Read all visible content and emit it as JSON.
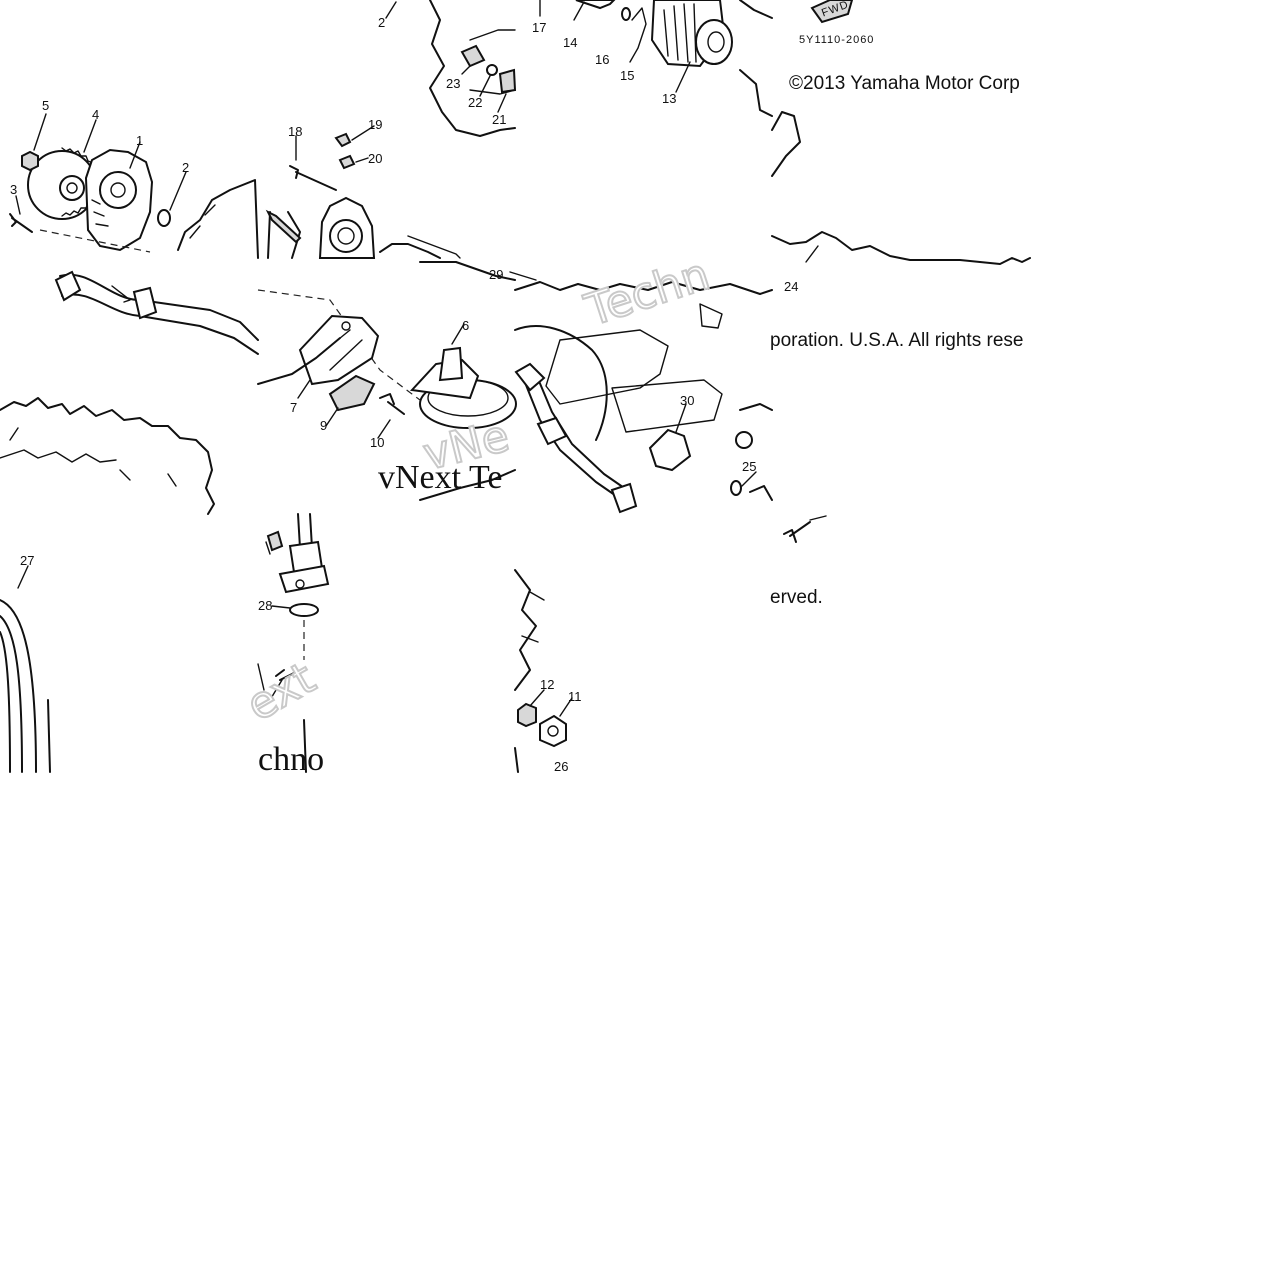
{
  "diagram": {
    "part_code": "5Y1110-2060",
    "fwd_marker": "FWD",
    "copyright_pieces": [
      "©2013 Yamaha Motor Corp",
      "poration. U.S.A. All rights rese",
      "erved."
    ],
    "watermark": {
      "pieces": [
        "vNext Te",
        "chno",
        "Techn",
        "ext",
        "vNe"
      ]
    },
    "callouts": [
      {
        "id": "c2a",
        "label": "2"
      },
      {
        "id": "c17",
        "label": "17"
      },
      {
        "id": "c14",
        "label": "14"
      },
      {
        "id": "c16",
        "label": "16"
      },
      {
        "id": "c15",
        "label": "15"
      },
      {
        "id": "c13",
        "label": "13"
      },
      {
        "id": "c23",
        "label": "23"
      },
      {
        "id": "c22",
        "label": "22"
      },
      {
        "id": "c21",
        "label": "21"
      },
      {
        "id": "c5",
        "label": "5"
      },
      {
        "id": "c4",
        "label": "4"
      },
      {
        "id": "c1",
        "label": "1"
      },
      {
        "id": "c2b",
        "label": "2"
      },
      {
        "id": "c3",
        "label": "3"
      },
      {
        "id": "c18",
        "label": "18"
      },
      {
        "id": "c19",
        "label": "19"
      },
      {
        "id": "c20",
        "label": "20"
      },
      {
        "id": "c29",
        "label": "29"
      },
      {
        "id": "c24",
        "label": "24"
      },
      {
        "id": "c7",
        "label": "7"
      },
      {
        "id": "c9",
        "label": "9"
      },
      {
        "id": "c10",
        "label": "10"
      },
      {
        "id": "c6",
        "label": "6"
      },
      {
        "id": "c30",
        "label": "30"
      },
      {
        "id": "c25",
        "label": "25"
      },
      {
        "id": "c27",
        "label": "27"
      },
      {
        "id": "c28",
        "label": "28"
      },
      {
        "id": "c12",
        "label": "12"
      },
      {
        "id": "c11",
        "label": "11"
      },
      {
        "id": "c26",
        "label": "26"
      }
    ]
  }
}
